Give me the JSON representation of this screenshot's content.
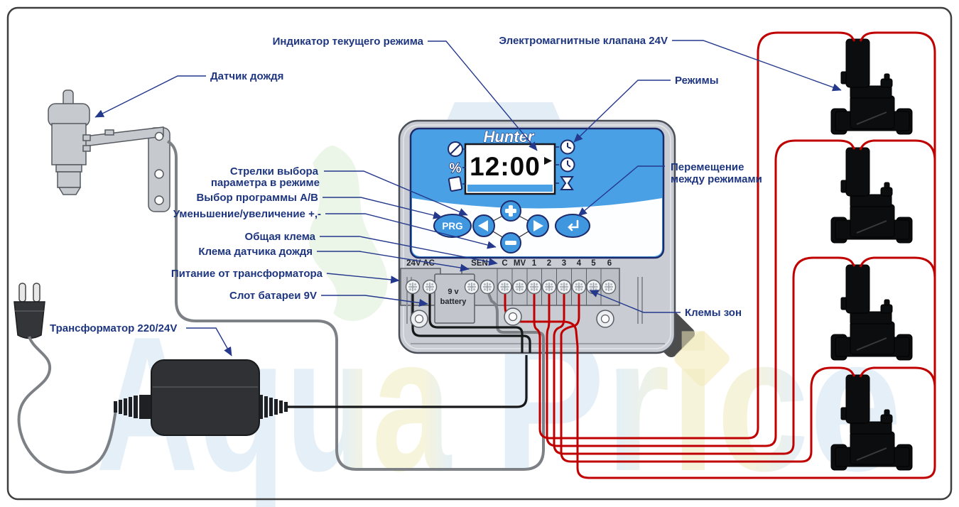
{
  "watermark": {
    "word1": "Aqua",
    "word2": "Price"
  },
  "labels": {
    "mode_indicator": "Индикатор текущего режима",
    "valves": "Электромагнитные клапана 24V",
    "modes": "Режимы",
    "move_line1": "Перемещение",
    "move_line2": "между режимами",
    "zones": "Клемы зон",
    "rain_sensor": "Датчик дождя",
    "arrows_line1": "Стрелки выбора",
    "arrows_line2": "параметра в режиме",
    "program": "Выбор программы A/B",
    "incdec": "Уменьшение/увеличение +,-",
    "common": "Общая клема",
    "rain_terminal": "Клема датчика дождя",
    "power": "Питание от трансформатора",
    "battery_slot": "Слот батареи 9V",
    "transformer": "Трансформатор 220/24V"
  },
  "controller": {
    "brand": "Hunter",
    "display_time": "12:00",
    "prg": "PRG",
    "battery_line1": "9 v",
    "battery_line2": "battery",
    "terminals": {
      "power": "24V AC",
      "sensor": "SEN",
      "common": "C",
      "master": "MV",
      "zones": [
        "1",
        "2",
        "3",
        "4",
        "5",
        "6"
      ]
    }
  },
  "colors": {
    "panel_blue": "#4aa0e4",
    "wire_red": "#c00000",
    "label_navy": "#1e3680",
    "case_gray": "#c9cdd3"
  }
}
